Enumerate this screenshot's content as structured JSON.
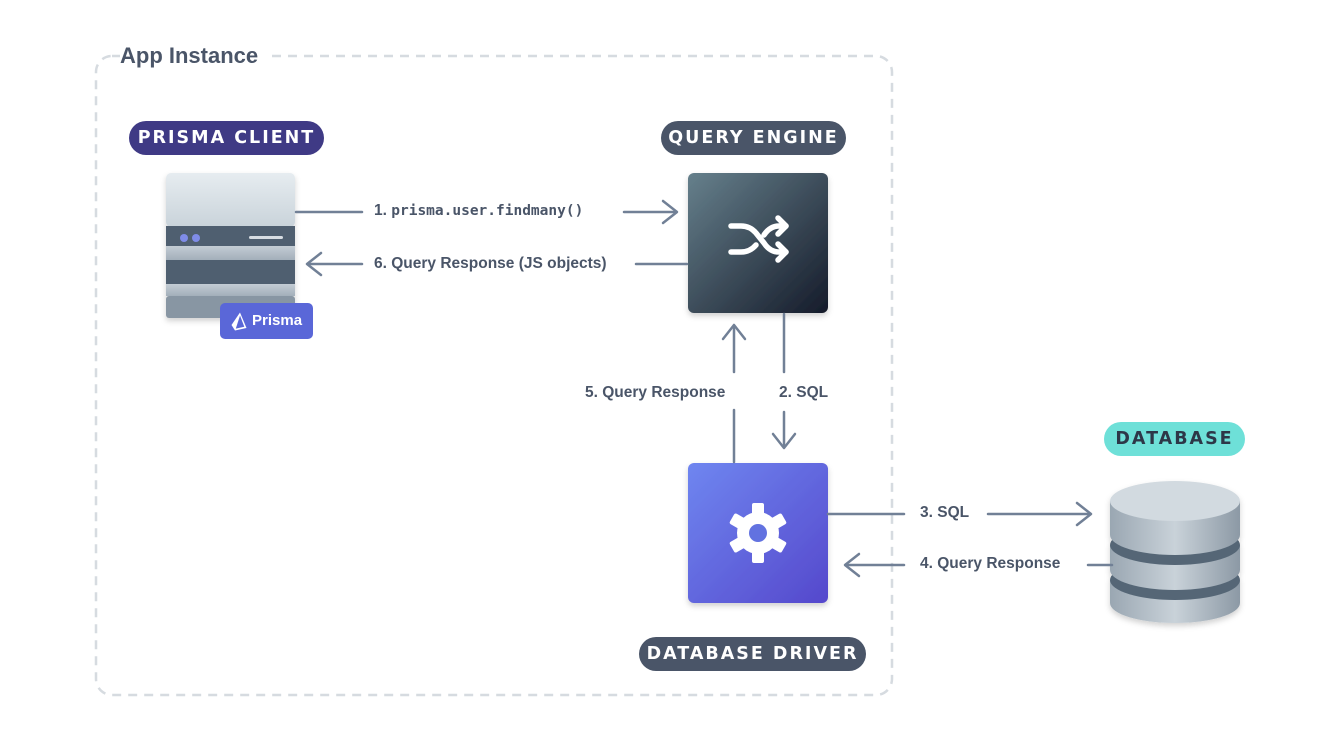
{
  "title": "App Instance",
  "pills": {
    "prisma_client": "PRISMA CLIENT",
    "query_engine": "QUERY ENGINE",
    "database": "DATABASE",
    "database_driver": "DATABASE DRIVER"
  },
  "prisma_badge": "Prisma",
  "edges": {
    "step1_prefix": "1.",
    "step1_code": "prisma.user.findmany()",
    "step2": "2. SQL",
    "step3": "3. SQL",
    "step4": "4. Query Response",
    "step5": "5. Query Response",
    "step6": "6. Query Response (JS objects)"
  },
  "icons": {
    "query_engine": "shuffle-icon",
    "database_driver": "gear-icon",
    "prisma_client": "server-icon",
    "database": "database-cylinder-icon"
  },
  "colors": {
    "prisma_client_pill": "#3f3a85",
    "dark_pill": "#4a5568",
    "database_pill": "#6ee0d8",
    "arrow": "#718096",
    "engine_box_top": "#5f7380",
    "engine_box_bottom": "#1a202c",
    "driver_box_top": "#667eea",
    "driver_box_bottom": "#5a4fcf"
  }
}
